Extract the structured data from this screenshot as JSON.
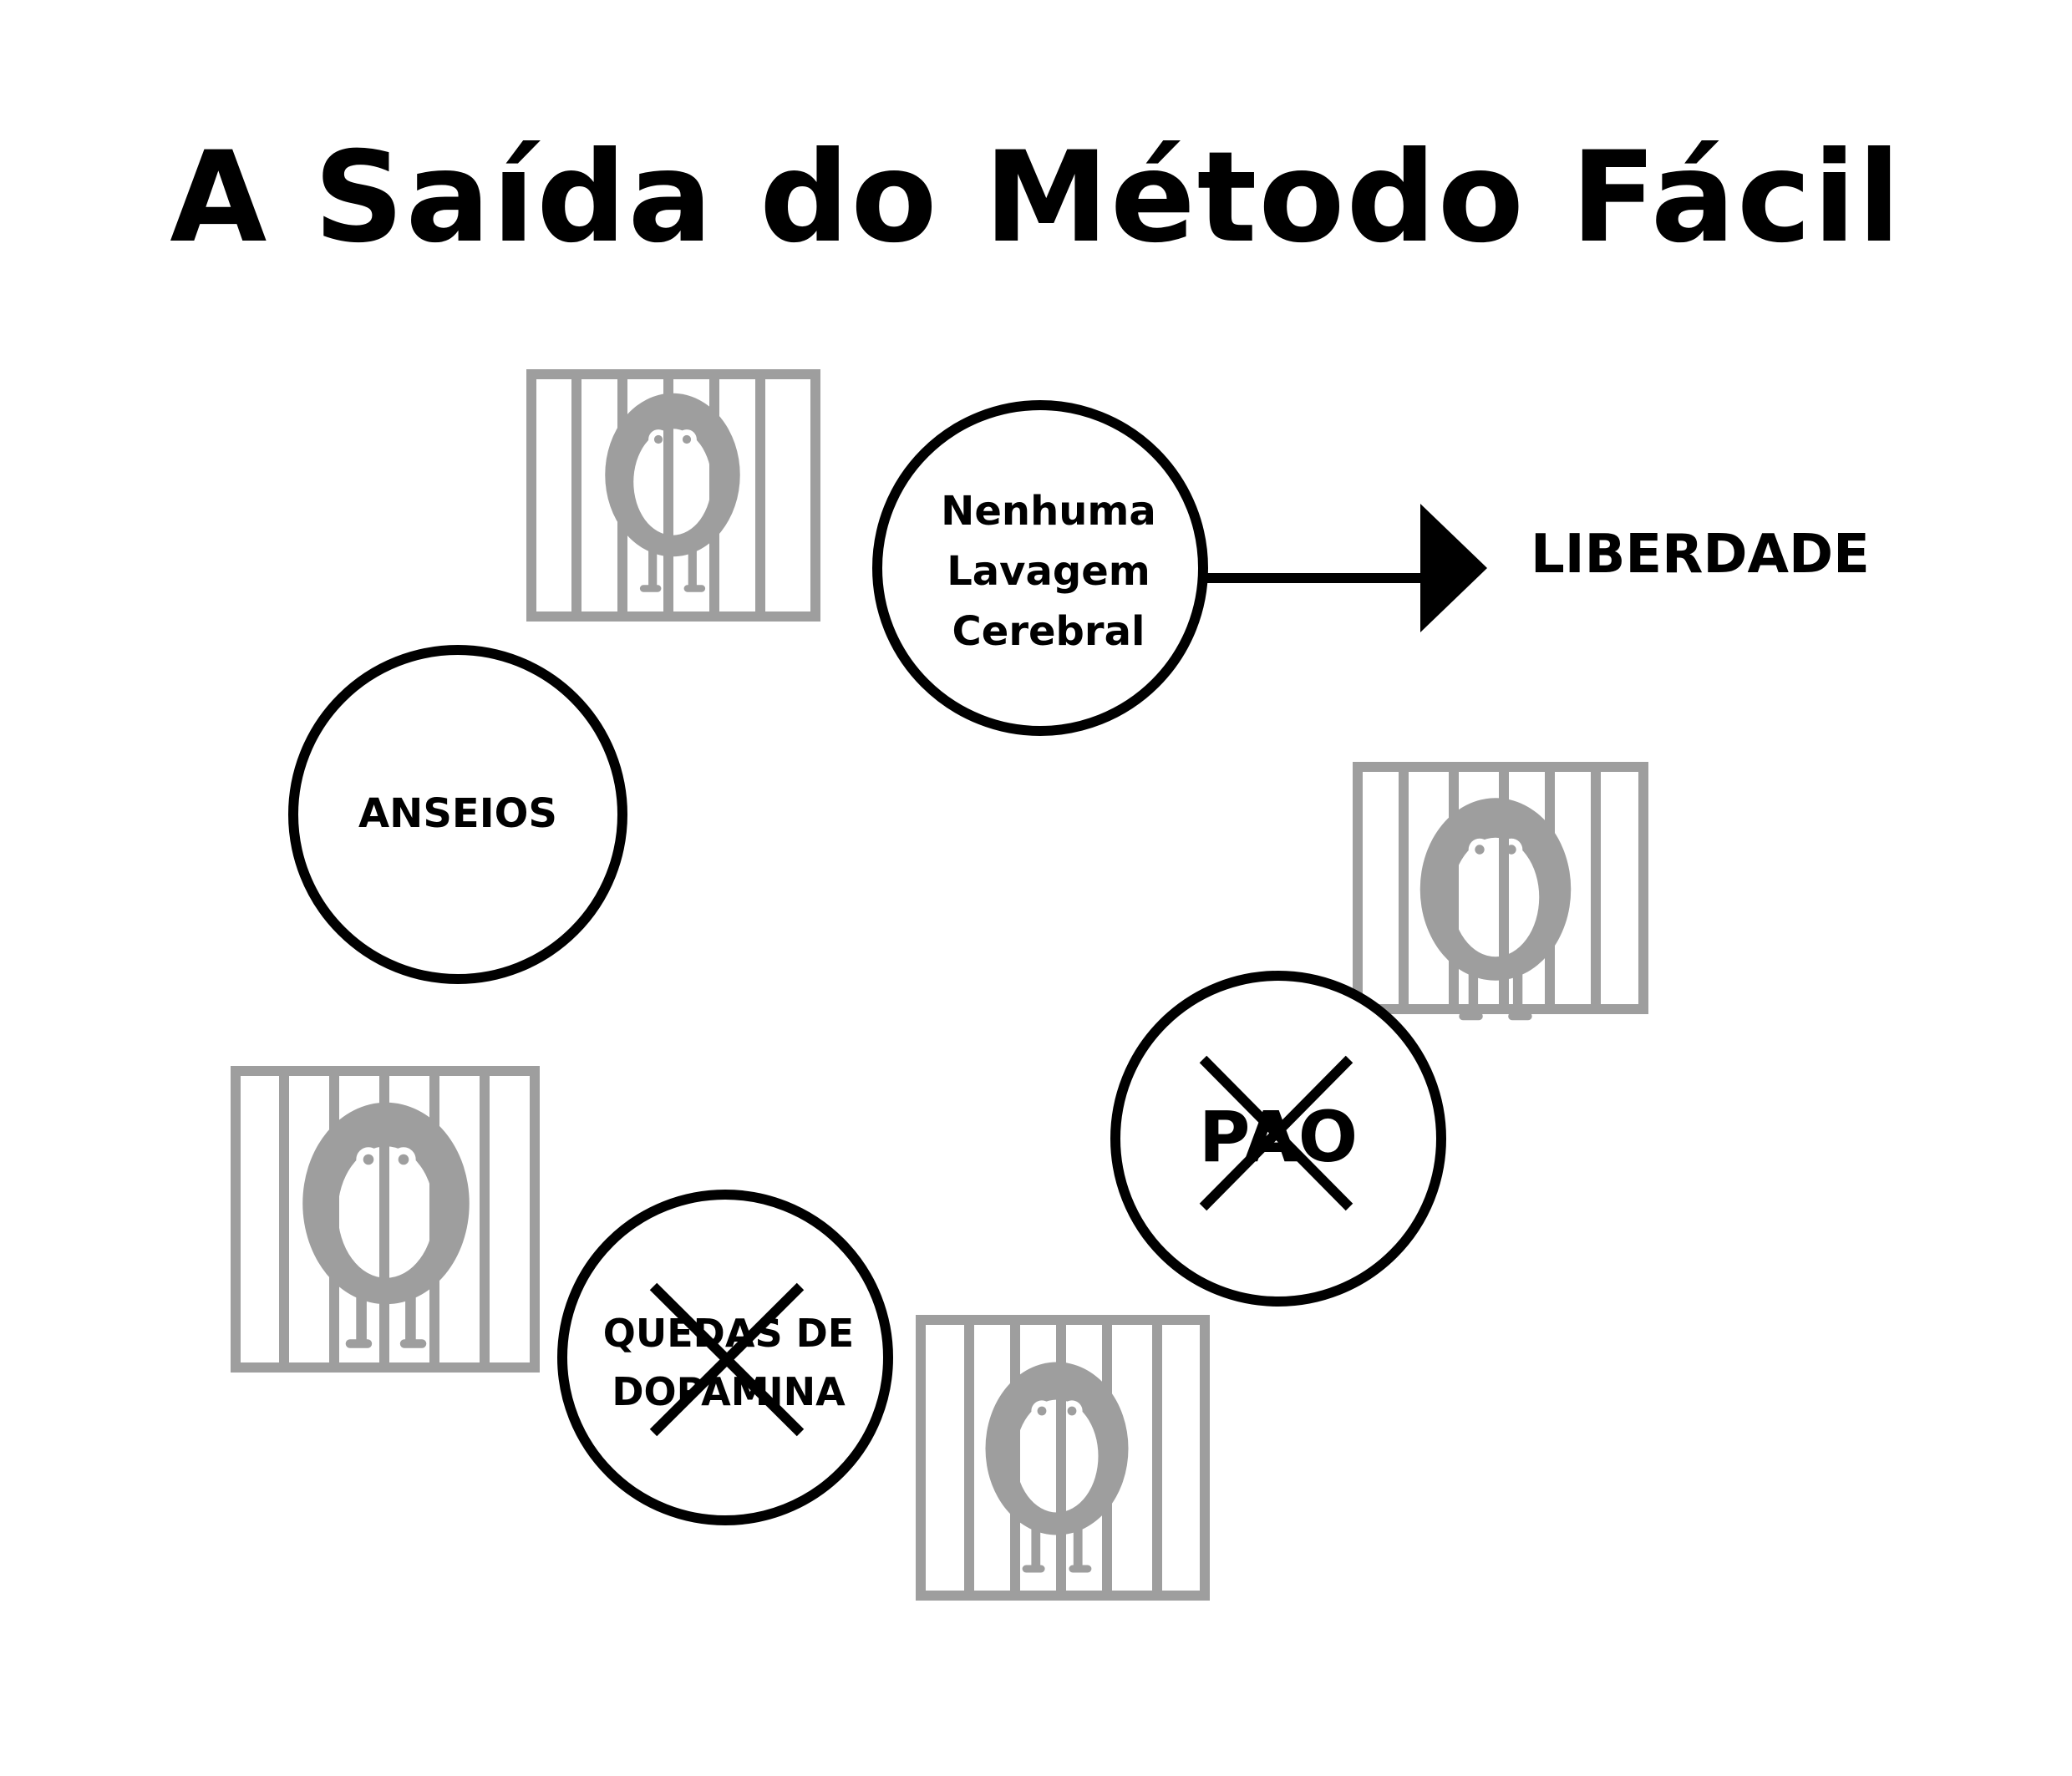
{
  "title": "A Saída do Método Fácil",
  "nodes": {
    "lavagem": {
      "lines": [
        "Nenhuma",
        "Lavagem",
        "Cerebral"
      ]
    },
    "anseios": {
      "label": "ANSEIOS"
    },
    "pao": {
      "label": "PAO",
      "crossed": true
    },
    "dopamina": {
      "lines": [
        "QUEDAS DE",
        "DOPAMINA"
      ],
      "crossed": true
    }
  },
  "destination": {
    "label": "LIBERDADE"
  },
  "colors": {
    "ink": "#000000",
    "cage": "#9e9e9e",
    "background": "#ffffff"
  },
  "icons": [
    "caged-monster-icon",
    "caged-monster-icon",
    "caged-monster-icon",
    "caged-monster-icon",
    "arrow-right-icon",
    "cross-out-icon"
  ]
}
